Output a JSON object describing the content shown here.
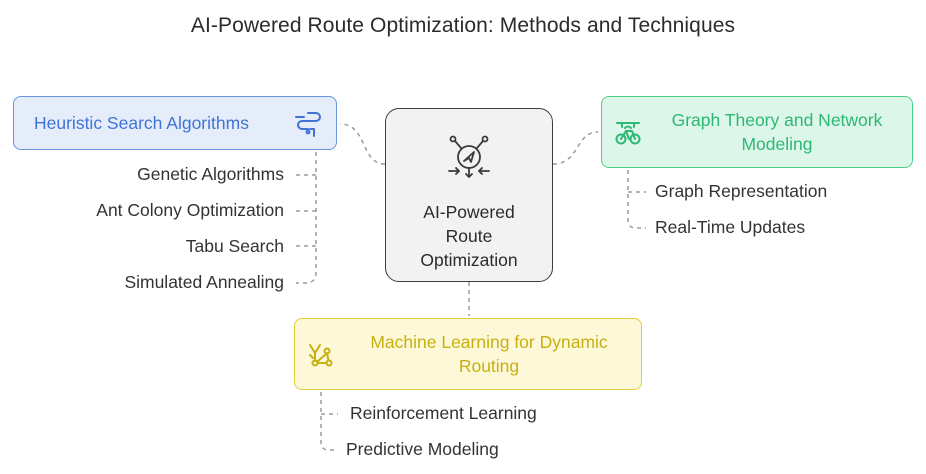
{
  "title": "AI-Powered Route Optimization: Methods and Techniques",
  "center": {
    "lines": [
      "AI-Powered",
      "Route",
      "Optimization"
    ],
    "icon": "navigation-compass-icon"
  },
  "heuristic": {
    "label": "Heuristic Search Algorithms",
    "icon": "route-path-icon",
    "color": "#3f74d6",
    "items": [
      "Genetic Algorithms",
      "Ant Colony Optimization",
      "Tabu Search",
      "Simulated Annealing"
    ]
  },
  "graph": {
    "label_lines": [
      "Graph Theory and Network",
      "Modeling"
    ],
    "icon": "bicycle-meter-icon",
    "color": "#2db874",
    "items": [
      "Graph Representation",
      "Real-Time Updates"
    ]
  },
  "ml": {
    "label_lines": [
      "Machine Learning for Dynamic",
      "Routing"
    ],
    "icon": "network-graph-icon",
    "color": "#c9b011",
    "items": [
      "Reinforcement Learning",
      "Predictive Modeling"
    ]
  }
}
